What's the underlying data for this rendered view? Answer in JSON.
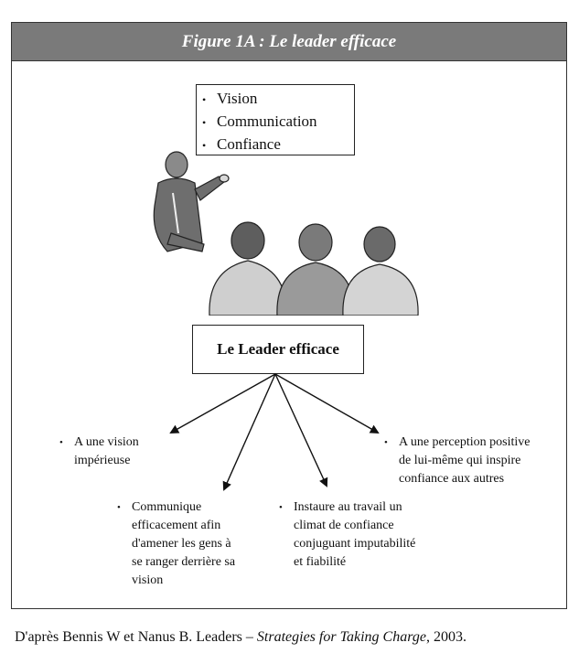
{
  "figure_title": "Figure 1A : Le leader efficace",
  "top_list": [
    "Vision",
    "Communication",
    "Confiance"
  ],
  "center_label": "Le Leader efficace",
  "traits": [
    {
      "lines": [
        "A une vision",
        "impérieuse"
      ]
    },
    {
      "lines": [
        "Communique",
        "efficacement afin",
        "d'amener les gens à",
        "se ranger derrière sa",
        "vision"
      ]
    },
    {
      "lines": [
        "Instaure au travail un",
        "climat de confiance",
        "conjuguant imputabilité",
        "et fiabilité"
      ]
    },
    {
      "lines": [
        "A une perception positive",
        "de lui-même qui inspire",
        "confiance aux autres"
      ]
    }
  ],
  "caption": {
    "prefix": "D'après Bennis W et Nanus B. Leaders – ",
    "italic": "Strategies for Taking Charge",
    "suffix": ", 2003."
  },
  "bullet_glyph": "•",
  "illustration": "presenter-and-audience-illustration"
}
